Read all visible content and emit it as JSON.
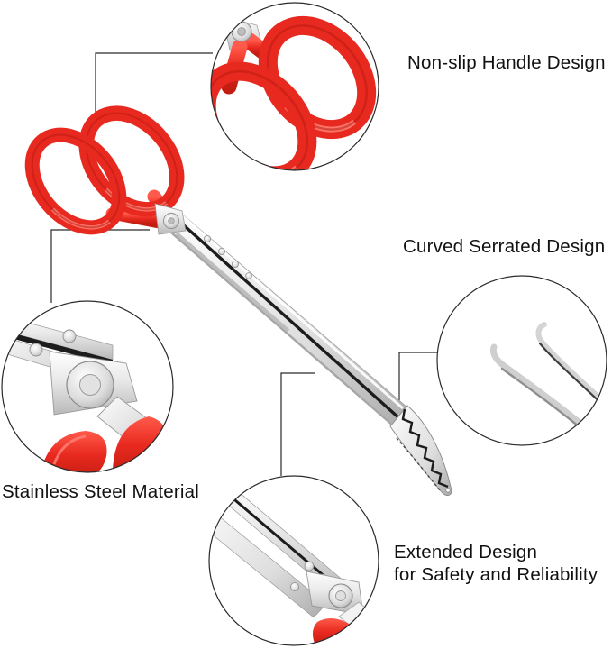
{
  "image_type": "product feature infographic",
  "labels": {
    "non_slip": "Non-slip Handle Design",
    "curved_serrated": "Curved Serrated Design",
    "stainless_steel": "Stainless Steel Material",
    "extended_line1": "Extended Design",
    "extended_line2": "for Safety and Reliability"
  },
  "colors": {
    "background": "#ffffff",
    "handle_red": "#e8291f",
    "handle_red_dark": "#b51a10",
    "handle_red_highlight": "#ff8276",
    "steel_light": "#f4f4f4",
    "steel_mid": "#c9c9c9",
    "gap_dark": "#1c1c1c",
    "callout_stroke": "#2a2a2a",
    "text": "#111111"
  }
}
